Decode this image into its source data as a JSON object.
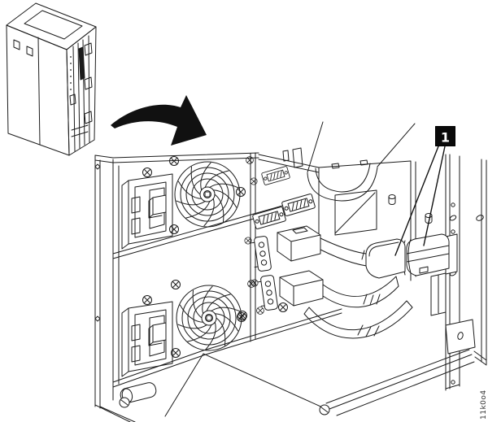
{
  "figure": {
    "callout": {
      "label": "1"
    },
    "figure_id": "11k0o4"
  },
  "colors": {
    "background": "#ffffff",
    "line": "#1b1b1b",
    "callout_background": "#0a0a0a",
    "callout_text": "#ffffff"
  },
  "parts": {
    "inset": "server-cabinet-rear-isometric",
    "arrow": "detail-zoom-arrow",
    "main_view": "frame-rear-detail-fans-and-signal-cables",
    "callout_targets": "cable-end-connectors"
  }
}
